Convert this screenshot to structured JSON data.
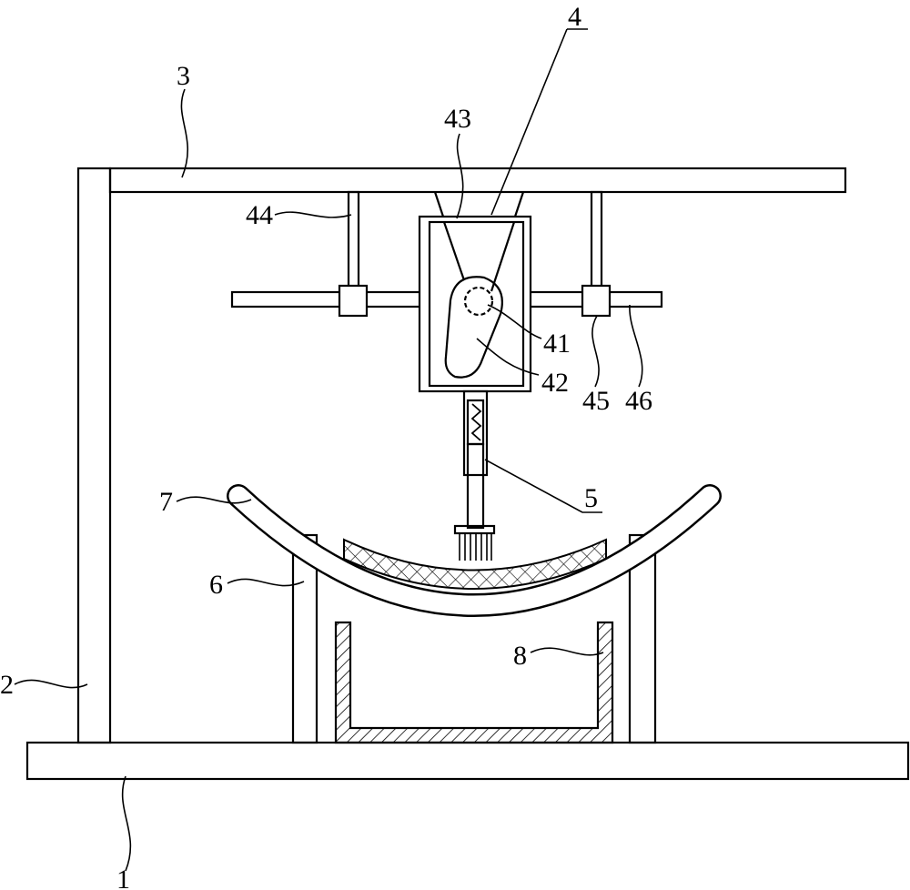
{
  "labels": {
    "base": "1",
    "column": "2",
    "top_beam": "3",
    "mechanism": "4",
    "shaft_41": "41",
    "cam_42": "42",
    "frame_43": "43",
    "rod_44": "44",
    "slider_45": "45",
    "guide_rail_46": "46",
    "telescopic_rod": "5",
    "support": "6",
    "curved_tray": "7",
    "collection_box": "8"
  },
  "colors": {
    "line": "#000000",
    "background": "#ffffff"
  }
}
